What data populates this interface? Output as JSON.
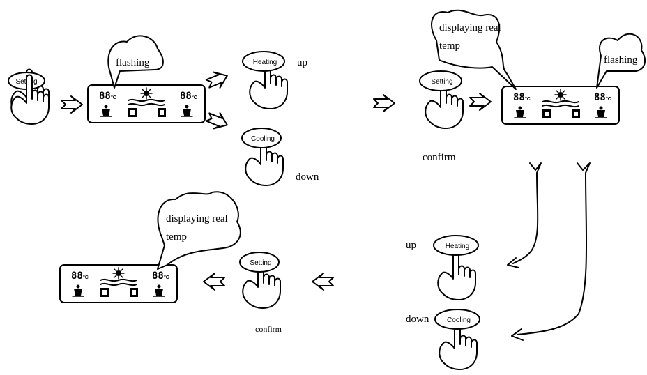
{
  "buttons": {
    "setting": "Setting",
    "heating": "Heating",
    "cooling": "Cooling"
  },
  "labels": {
    "flashing": "flashing",
    "up": "up",
    "down": "down",
    "confirm": "confirm",
    "displaying_real_line1": "displaying real",
    "displaying_real_line2": "temp"
  },
  "panel": {
    "digits": "88",
    "unit": "°C"
  },
  "icon_names": [
    "hand-press-icon",
    "double-arrow-icon",
    "speech-bubble-icon",
    "control-panel-icon",
    "curved-arrow-icon"
  ]
}
